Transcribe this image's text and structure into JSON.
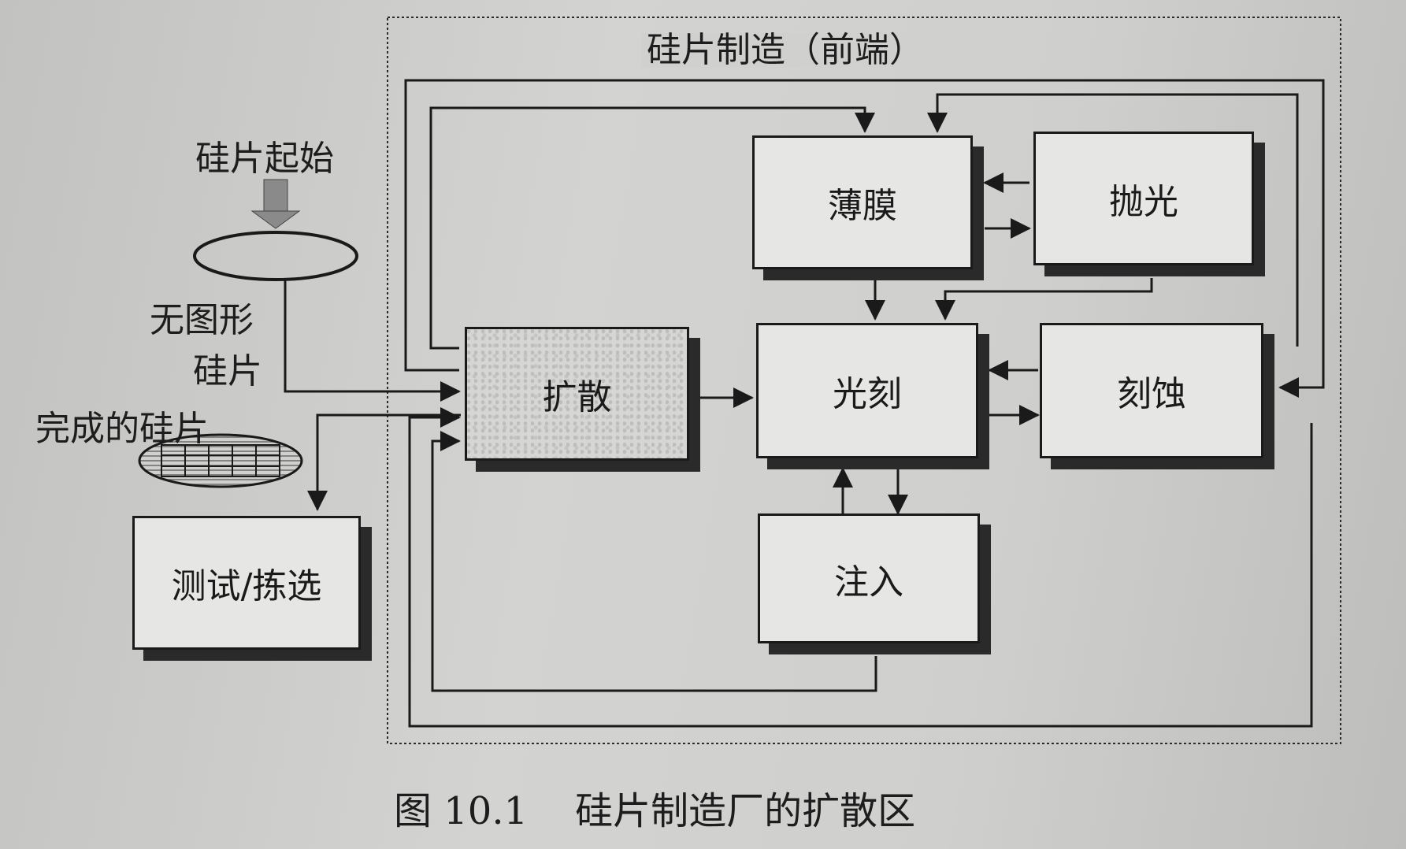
{
  "region": {
    "title": "硅片制造（前端）"
  },
  "labels": {
    "start": "硅片起始",
    "unpatterned_line1": "无图形",
    "unpatterned_line2": "硅片",
    "finished": "完成的硅片"
  },
  "boxes": {
    "thin_film": "薄膜",
    "polish": "抛光",
    "diffusion": "扩散",
    "photolithography": "光刻",
    "etch": "刻蚀",
    "implant": "注入",
    "test_sort": "测试/拣选"
  },
  "caption": {
    "figure_number": "图 10.1",
    "title": "硅片制造厂的扩散区"
  }
}
